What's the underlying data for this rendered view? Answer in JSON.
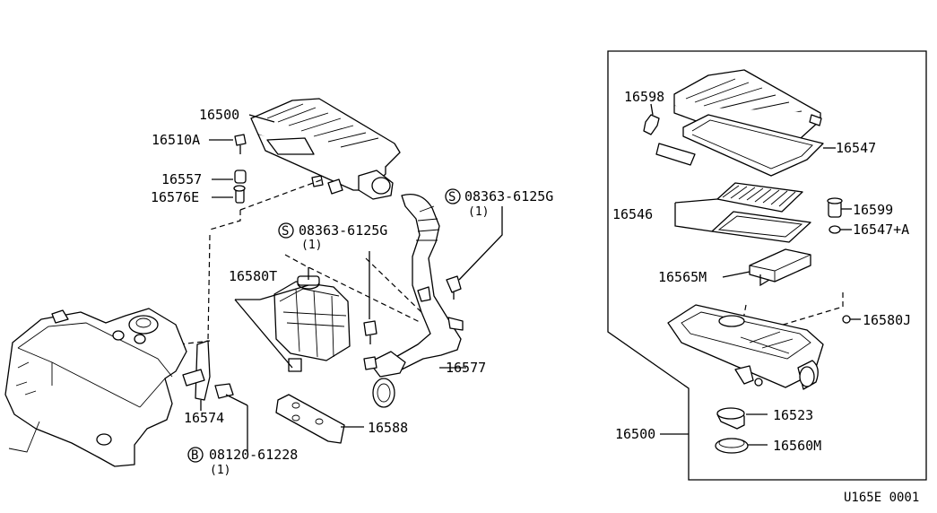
{
  "diagram": {
    "reference_code": "U165E 0001",
    "callouts": {
      "p16500_top": "16500",
      "p16510A": "16510A",
      "p16557": "16557",
      "p16576E": "16576E",
      "p16580T": "16580T",
      "p16574": "16574",
      "p16577": "16577",
      "p16588": "16588",
      "p16598": "16598",
      "p16547": "16547",
      "p16546": "16546",
      "p16599": "16599",
      "p16547A": "16547+A",
      "p16565M": "16565M",
      "p16580J": "16580J",
      "p16523": "16523",
      "p16560M": "16560M",
      "p16500_detail": "16500"
    },
    "fasteners": {
      "s_bolt_right": {
        "symbol": "S",
        "number": "08363-6125G",
        "qty": "(1)"
      },
      "s_bolt_mid": {
        "symbol": "S",
        "number": "08363-6125G",
        "qty": "(1)"
      },
      "b_bolt": {
        "symbol": "B",
        "number": "08120-61228",
        "qty": "(1)"
      }
    }
  }
}
